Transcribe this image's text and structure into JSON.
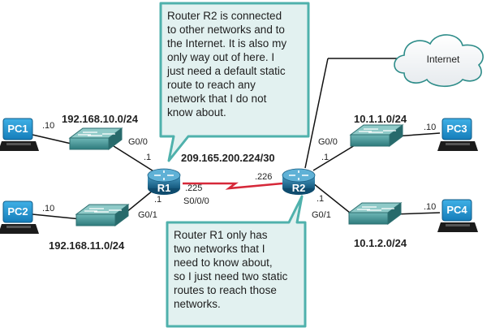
{
  "pcs": {
    "pc1": {
      "name": "PC1",
      "host": ".10"
    },
    "pc2": {
      "name": "PC2",
      "host": ".10"
    },
    "pc3": {
      "name": "PC3",
      "host": ".10"
    },
    "pc4": {
      "name": "PC4",
      "host": ".10"
    }
  },
  "routers": {
    "r1": {
      "name": "R1"
    },
    "r2": {
      "name": "R2"
    }
  },
  "networks": {
    "lan1": "192.168.10.0/24",
    "lan2": "192.168.11.0/24",
    "wan": "209.165.200.224/30",
    "lan3": "10.1.1.0/24",
    "lan4": "10.1.2.0/24"
  },
  "interfaces": {
    "r1_g00": "G0/0",
    "r1_g00_host": ".1",
    "r1_g01": "G0/1",
    "r1_g01_host": ".1",
    "r1_s000": "S0/0/0",
    "r1_wan_host": ".225",
    "r2_wan_host": ".226",
    "r2_g00": "G0/0",
    "r2_g00_host": ".1",
    "r2_g01": "G0/1",
    "r2_g01_host": ".1"
  },
  "cloud": {
    "label": "Internet"
  },
  "callouts": {
    "r2": [
      "Router R2 is connected",
      "to other networks and to",
      "the Internet. It is also my",
      "only way out of here. I",
      "just need a default static",
      "route to reach any",
      "network that I do not",
      "know about."
    ],
    "r1": [
      "Router R1 only has",
      "two networks that I",
      "need to know about,",
      "so I just need two static",
      "routes to reach those",
      "networks."
    ]
  },
  "colors": {
    "callout_fill": "#e2f1f0",
    "callout_border": "#4fb1ac",
    "device_blue": "#1f6f9a",
    "pc_screen": "#1d8fc9",
    "switch_teal": "#3b8a8c",
    "serial_link": "#d62839"
  }
}
